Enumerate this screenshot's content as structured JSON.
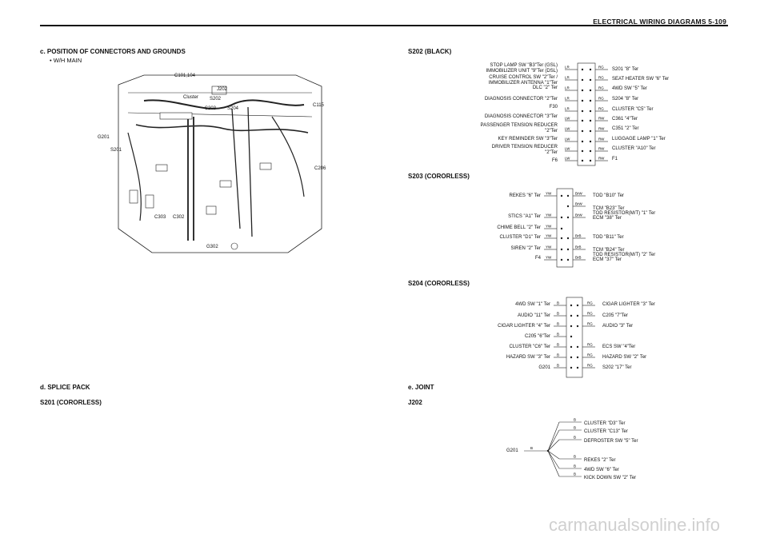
{
  "header": {
    "title": "ELECTRICAL WIRING DIAGRAMS  5-109"
  },
  "left": {
    "section_c": "c. POSITION OF CONNECTORS AND GROUNDS",
    "bullet": "•  W/H MAIN",
    "callouts": [
      "C101,104",
      "J202",
      "Cluster",
      "S202",
      "S203",
      "S204",
      "C115",
      "G201",
      "S201",
      "C206",
      "C303",
      "C302",
      "G302"
    ],
    "section_d": "d. SPLICE PACK",
    "s201": "S201 (CORORLESS)"
  },
  "s202": {
    "title": "S202 (BLACK)",
    "left_labels": [
      "STOP LAMP SW \"B3\"Ter (GSL)\nIMMOBILIZER UNIT \"9\"Ter (DSL)",
      "CRUISE CONTROL SW \"2\"Ter /\nIMMOBILIZER ANTENNA \"1\"Ter",
      "DLC \"2\" Ter",
      "DIAGNOSIS CONNECTOR \"2\"Ter",
      "F30",
      "DIAGNOSIS CONNECTOR \"3\"Ter",
      "PASSENGER TENSION REDUCER\n\"2\"Ter",
      "KEY REMINDER SW \"3\"Ter",
      "DRIVER TENSION REDUCER\n\"2\"Ter",
      "F6"
    ],
    "right_labels": [
      "S201 \"8\" Ter",
      "SEAT HEATER SW \"6\" Ter",
      "4WD SW \"5\" Ter",
      "S204 \"8\" Ter",
      "CLUSTER \"C5\" Ter",
      "C361 \"4\"Ter",
      "C351 \"2\" Ter",
      "LUGGAGE LAMP \"1\" Ter",
      "CLUSTER \"A10\" Ter",
      "F1"
    ],
    "left_wires": [
      "LR",
      "LR",
      "LR",
      "LR",
      "LR",
      "LW",
      "LW",
      "LW",
      "LW",
      "LW"
    ],
    "right_wires": [
      "RG",
      "RG",
      "RG",
      "RG",
      "RG",
      "RW",
      "RW",
      "RW",
      "RW",
      "RW"
    ]
  },
  "s203": {
    "title": "S203 (CORORLESS)",
    "left_labels": [
      "REKES \"6\" Ter",
      "STICS \"A1\" Ter",
      "CHIME BELL \"2\" Ter",
      "CLUSTER \"D1\" Ter",
      "SIREN \"2\" Ter",
      "F4"
    ],
    "left_wires": [
      "YW",
      "YW",
      "YW",
      "YW",
      "YW",
      "YW"
    ],
    "right_labels": [
      "TOD \"B10\" Ter",
      "TCM \"B23\" Ter",
      "TOD RESISTOR(M/T) \"1\" Ter",
      "ECM \"38\" Ter",
      "TOD \"B11\" Ter",
      "TCM \"B24\" Ter",
      "TOD RESISTOR(M/T) \"2\" Ter",
      "ECM \"37\" Ter"
    ],
    "right_wires": [
      "BrW",
      "BrW",
      "BrW",
      "BrB",
      "BrB",
      "BrB"
    ]
  },
  "s204": {
    "title": "S204 (CORORLESS)",
    "left_labels": [
      "4WD SW \"1\" Ter",
      "AUDIO \"11\" Ter",
      "CIGAR LIGHTER \"4\" Ter",
      "C205 \"6\"Ter",
      "CLUSTER \"C6\" Ter",
      "HAZARD SW \"3\" Ter",
      "G201"
    ],
    "left_wires": [
      "B",
      "B",
      "B",
      "B",
      "B",
      "B",
      "B"
    ],
    "right_labels": [
      "CIGAR LIGHTER \"3\" Ter",
      "C205 \"7\"Ter",
      "AUDIO \"3\" Ter",
      "ECS SW \"4\"Ter",
      "HAZARD SW \"2\" Ter",
      "S202 \"17\" Ter"
    ],
    "right_wires": [
      "RG",
      "RG",
      "RG",
      "RG",
      "RG",
      "RG"
    ]
  },
  "joint": {
    "title": "e. JOINT",
    "sub": "J202",
    "left_label": "G201",
    "left_wire": "B",
    "right_labels": [
      "CLUSTER \"D3\" Ter",
      "CLUSTER \"C13\" Ter",
      "DEFROSTER SW \"5\" Ter",
      "REKES \"2\" Ter",
      "4WD SW \"6\" Ter",
      "KICK DOWN SW \"2\" Ter"
    ],
    "right_wires": [
      "B",
      "B",
      "B",
      "B",
      "B",
      "B"
    ]
  },
  "watermark": "carmanualsonline.info"
}
